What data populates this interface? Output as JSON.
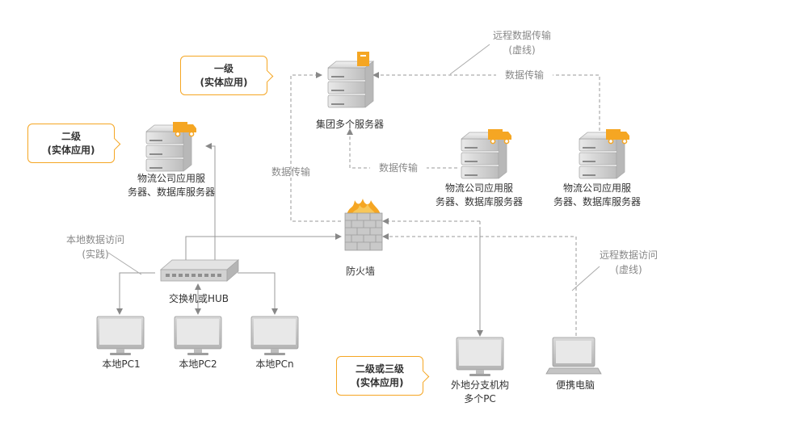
{
  "tiers": {
    "level1": [
      "一级",
      "(实体应用)"
    ],
    "level2": [
      "二级",
      "(实体应用)"
    ],
    "level23": [
      "二级或三级",
      "(实体应用)"
    ]
  },
  "nodes": {
    "group_servers": "集团多个服务器",
    "logistics_a": [
      "物流公司应用服",
      "务器、数据库服务器"
    ],
    "logistics_b": [
      "物流公司应用服",
      "务器、数据库服务器"
    ],
    "logistics_c": [
      "物流公司应用服",
      "务器、数据库服务器"
    ],
    "firewall": "防火墙",
    "switch": "交换机或HUB",
    "pc1": "本地PC1",
    "pc2": "本地PC2",
    "pcn": "本地PCn",
    "branch_pc": [
      "外地分支机构",
      "多个PC"
    ],
    "laptop": "便携电脑"
  },
  "notes": {
    "remote_transfer": [
      "远程数据传输",
      "(虚线)"
    ],
    "transfer_top": "数据传输",
    "transfer_mid": "数据传输",
    "transfer_left": "数据传输",
    "local_access": [
      "本地数据访问",
      "(实践)"
    ],
    "remote_access": [
      "远程数据访问",
      "(虚线)"
    ]
  },
  "colors": {
    "accent": "#f5a623",
    "line": "#999999",
    "server": "#cfcfcf"
  }
}
